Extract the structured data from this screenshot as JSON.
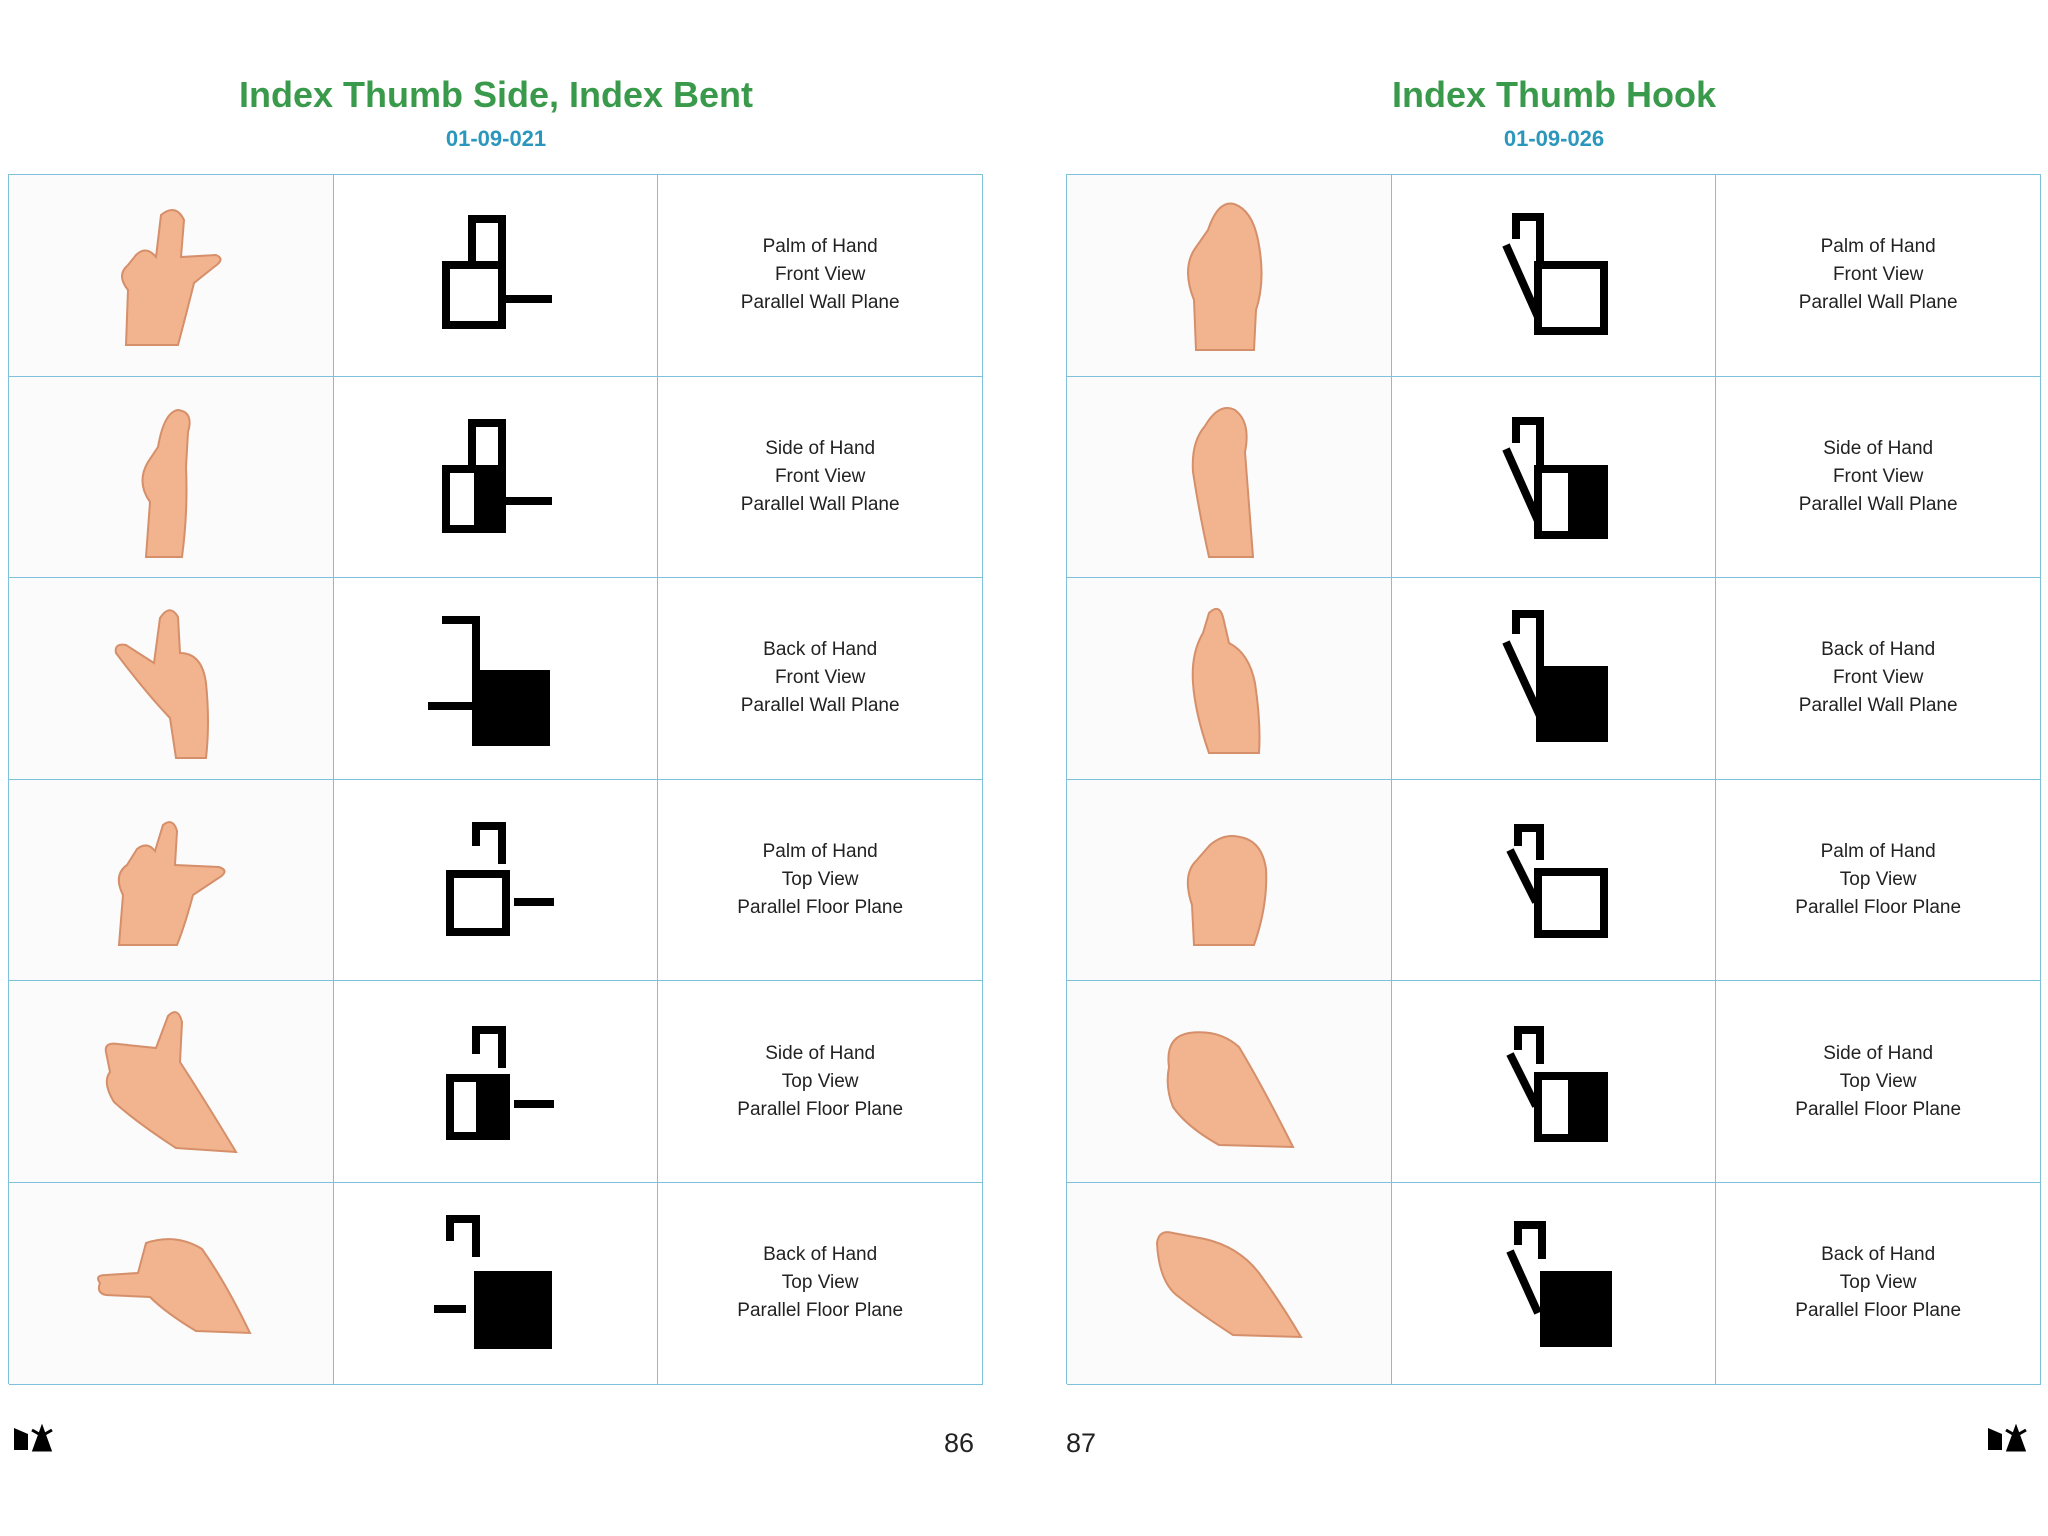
{
  "pages": [
    {
      "title": "Index Thumb Side, Index Bent",
      "code": "01-09-021",
      "page_number": "86",
      "rows": [
        {
          "line1": "Palm of Hand",
          "line2": "Front View",
          "line3": "Parallel Wall Plane"
        },
        {
          "line1": "Side of Hand",
          "line2": "Front View",
          "line3": "Parallel Wall Plane"
        },
        {
          "line1": "Back of Hand",
          "line2": "Front View",
          "line3": "Parallel Wall Plane"
        },
        {
          "line1": "Palm of Hand",
          "line2": "Top View",
          "line3": "Parallel Floor Plane"
        },
        {
          "line1": "Side of Hand",
          "line2": "Top View",
          "line3": "Parallel Floor Plane"
        },
        {
          "line1": "Back of Hand",
          "line2": "Top View",
          "line3": "Parallel Floor Plane"
        }
      ]
    },
    {
      "title": "Index Thumb Hook",
      "code": "01-09-026",
      "page_number": "87",
      "rows": [
        {
          "line1": "Palm of Hand",
          "line2": "Front View",
          "line3": "Parallel Wall Plane"
        },
        {
          "line1": "Side of Hand",
          "line2": "Front View",
          "line3": "Parallel Wall Plane"
        },
        {
          "line1": "Back of Hand",
          "line2": "Front View",
          "line3": "Parallel Wall Plane"
        },
        {
          "line1": "Palm of Hand",
          "line2": "Top View",
          "line3": "Parallel Floor Plane"
        },
        {
          "line1": "Side of Hand",
          "line2": "Top View",
          "line3": "Parallel Floor Plane"
        },
        {
          "line1": "Back of Hand",
          "line2": "Top View",
          "line3": "Parallel Floor Plane"
        }
      ]
    }
  ],
  "colors": {
    "title": "#3a9a4b",
    "code": "#2b97bd",
    "grid_line": "#7fc1dc",
    "skin": "#f1b48e"
  },
  "icons": {
    "hand_photo": "hand-photo-icon",
    "symbol": "handshape-symbol-icon",
    "footer_logo": "signwriting-logo-icon"
  }
}
